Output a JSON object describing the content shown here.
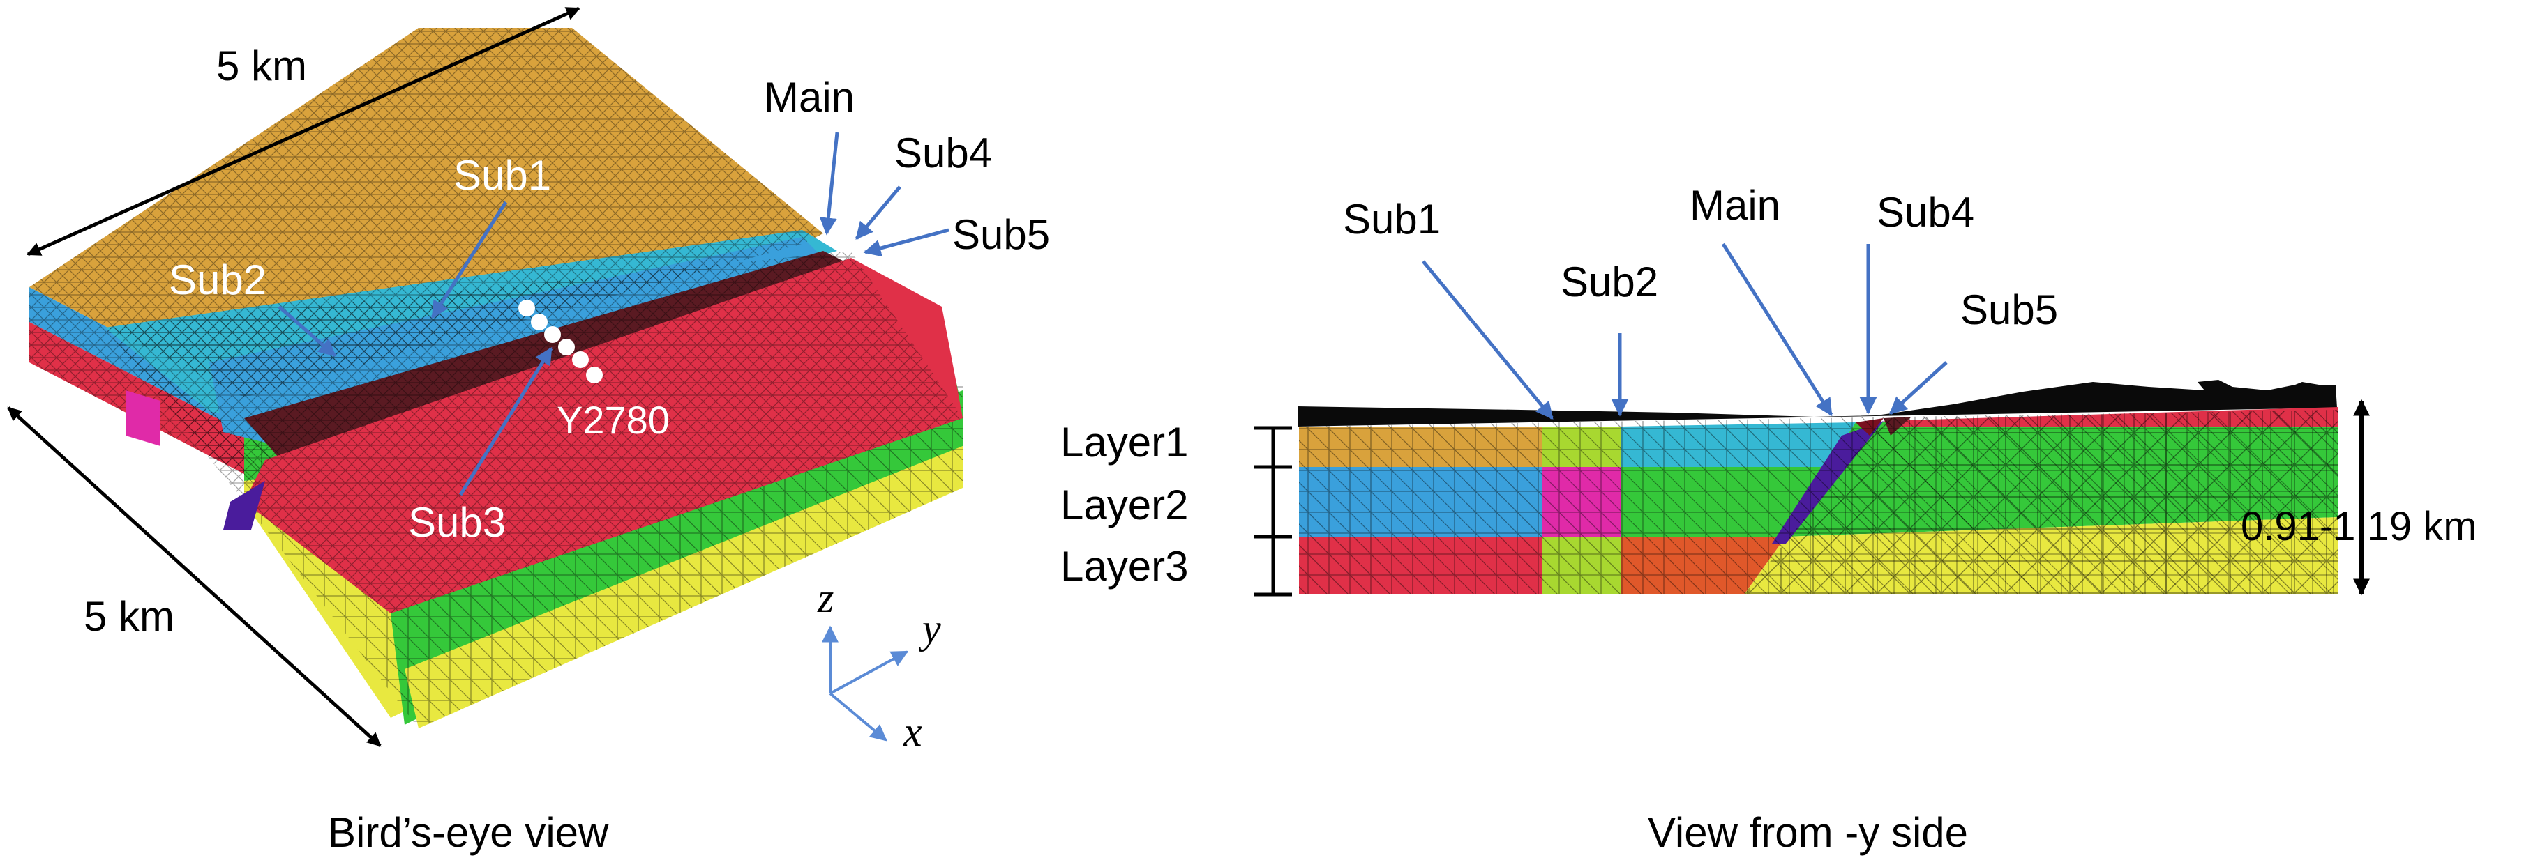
{
  "colors": {
    "orange": "#D9A23C",
    "orange_dark": "#8A6A28",
    "blue": "#3AA0DC",
    "cyan": "#35B8D3",
    "red": "#E03048",
    "green": "#35C83A",
    "yellow": "#E8E840",
    "magenta": "#E02AA8",
    "lime": "#A8D830",
    "orange_red": "#E0582A",
    "purple": "#4A1C9C",
    "darkred": "#7A1020",
    "black": "#0A0A0A",
    "arrow_blue": "#4472C4",
    "axis_blue": "#5B8BD6"
  },
  "left_panel": {
    "caption": "Bird’s-eye view",
    "dim_top": "5 km",
    "dim_left": "5 km",
    "labels": {
      "main": "Main",
      "sub1": "Sub1",
      "sub2": "Sub2",
      "sub3": "Sub3",
      "sub4": "Sub4",
      "sub5": "Sub5",
      "well": "Y2780"
    },
    "axes": {
      "z": "z",
      "y": "y",
      "x": "x"
    }
  },
  "right_panel": {
    "caption": "View from -y side",
    "labels": {
      "sub1": "Sub1",
      "sub2": "Sub2",
      "main": "Main",
      "sub4": "Sub4",
      "sub5": "Sub5"
    },
    "layers": [
      "Layer1",
      "Layer2",
      "Layer3"
    ],
    "thickness": "0.91-1.19 km"
  }
}
